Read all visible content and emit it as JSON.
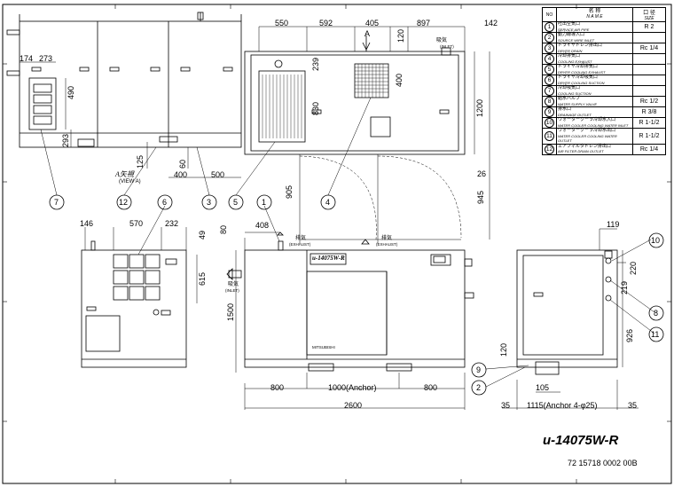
{
  "model": "u-14075W-R",
  "drawing_no": "72 15718 0002 00B",
  "view_a": {
    "label": "A矢視",
    "sub": "(VIEW A)"
  },
  "arrow_a": "A",
  "top_dims": [
    "550",
    "592",
    "405",
    "897",
    "142"
  ],
  "dims": {
    "d174": "174",
    "d273": "273",
    "d490": "490",
    "d293": "293",
    "d125": "125",
    "d60": "60",
    "d400": "400",
    "d500": "500",
    "d120": "120",
    "d239": "239",
    "d830": "830",
    "d400b": "400",
    "d1200": "1200",
    "d26": "26",
    "d945": "945",
    "d905": "905",
    "d146": "146",
    "d570": "570",
    "d232": "232",
    "d49": "49",
    "d615": "615",
    "d80": "80",
    "d408": "408",
    "d1500": "1500",
    "d800a": "800",
    "d1000": "1000(Anchor)",
    "d800b": "800",
    "d2600": "2600",
    "d119": "119",
    "d220": "220",
    "d219": "219",
    "d926": "926",
    "d120b": "120",
    "d105": "105",
    "d35a": "35",
    "d1115": "1115(Anchor 4-φ25)",
    "d35b": "35"
  },
  "notes": {
    "exhaust_jp": "排気",
    "exhaust_en": "(EXHAUST)",
    "inlet_jp": "吸気",
    "inlet_en": "(INLET)",
    "brand": "MITSUBISHI"
  },
  "balloons": [
    "1",
    "2",
    "3",
    "4",
    "5",
    "6",
    "7",
    "8",
    "9",
    "10",
    "11",
    "12"
  ],
  "table": {
    "headers": {
      "no": "NO",
      "name_jp": "名 称",
      "name_en": "N A M E",
      "size_jp": "口 径",
      "size_en": "SIZE"
    },
    "rows": [
      {
        "no": "1",
        "jp": "吐出空気口",
        "en": "SERVICE AIR PIPE",
        "size": "R 2"
      },
      {
        "no": "2",
        "jp": "動力線導入口",
        "en": "SOURCE WIRE INLET",
        "size": ""
      },
      {
        "no": "3",
        "jp": "ドライヤドレン排出口",
        "en": "DRYER DRAIN",
        "size": "Rc 1/4"
      },
      {
        "no": "4",
        "jp": "冷却排気口",
        "en": "COOLING EXHAUST",
        "size": ""
      },
      {
        "no": "5",
        "jp": "ドライヤ冷却排気口",
        "en": "DRYER COOLING EXHAUST",
        "size": ""
      },
      {
        "no": "6",
        "jp": "ドライヤ冷却吸気口",
        "en": "DRYER COOLING SUCTION",
        "size": ""
      },
      {
        "no": "7",
        "jp": "冷却吸気口",
        "en": "COOLING SUCTION",
        "size": ""
      },
      {
        "no": "8",
        "jp": "給水バルブ",
        "en": "WATER SUPPLY VALVE",
        "size": "Rc 1/2"
      },
      {
        "no": "9",
        "jp": "排水口",
        "en": "DRAINAGE OUTLET",
        "size": "R 3/8"
      },
      {
        "no": "10",
        "jp": "ウォータークーラ冷却水入口",
        "en": "WATER COOLER COOLING WATER INLET",
        "size": "R 1-1/2"
      },
      {
        "no": "11",
        "jp": "ウォータークーラ冷却水出口",
        "en": "WATER COOLER COOLING WATER OUTLET",
        "size": "R 1-1/2"
      },
      {
        "no": "12",
        "jp": "エアフィルタドレン排出口",
        "en": "AIR FILTER DRAIN OUTLET",
        "size": "Rc 1/4"
      }
    ]
  }
}
